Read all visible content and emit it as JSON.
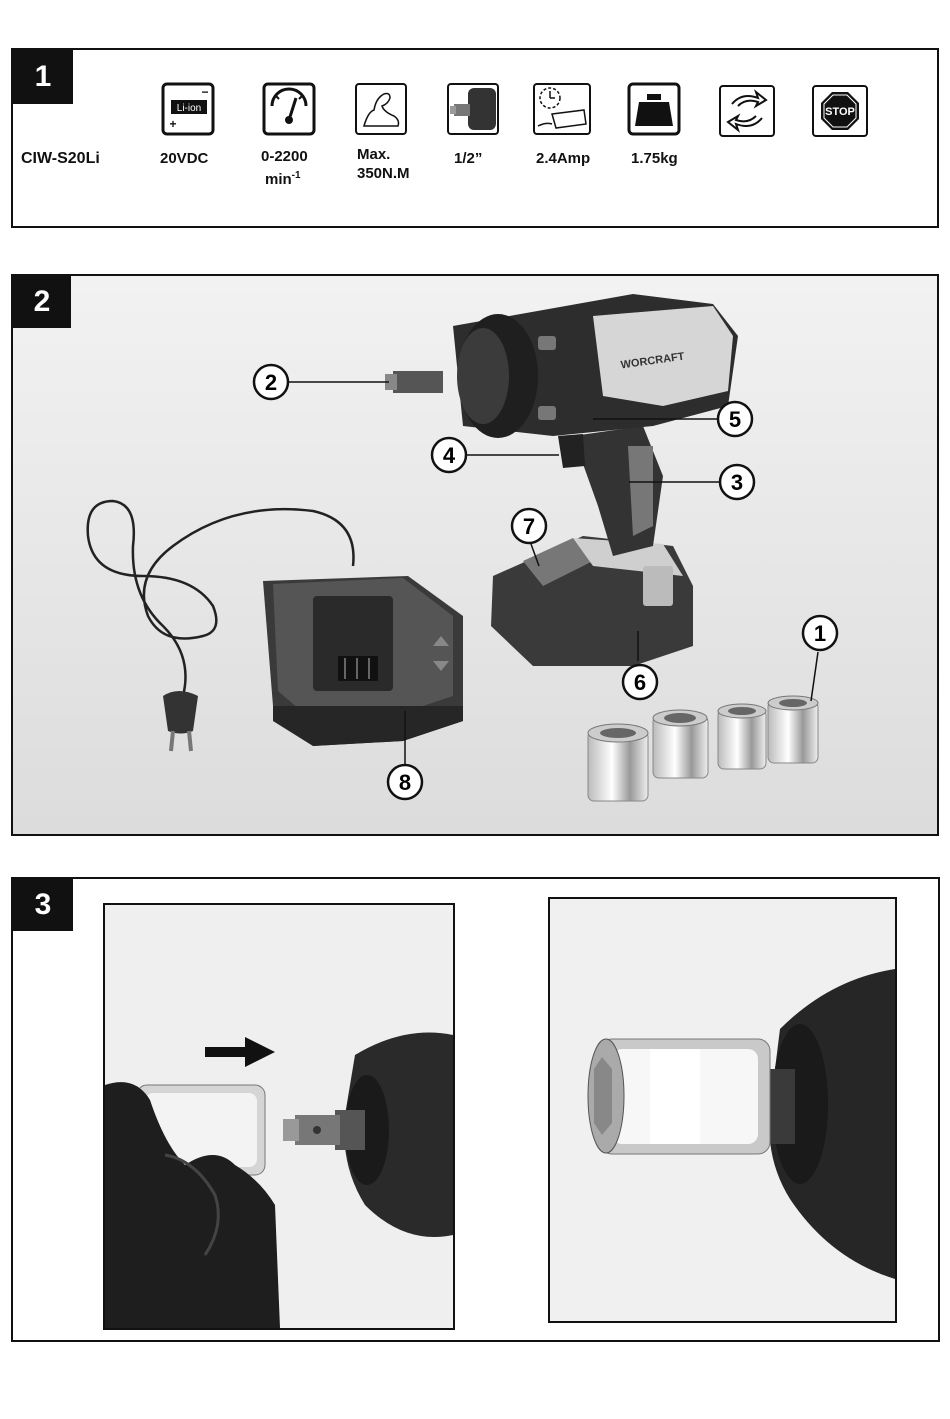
{
  "panel1": {
    "number": "1",
    "model": "CIW-S20Li",
    "battery_icon_label": "Li-ion",
    "battery_minus": "−",
    "battery_plus": "+",
    "voltage": "20VDC",
    "speed_line1": "0-2200",
    "speed_line2": "min",
    "speed_sup": "-1",
    "torque_line1": "Max.",
    "torque_line2": "350N.M",
    "drive": "1/2”",
    "charge": "2.4Amp",
    "weight": "1.75kg",
    "stop_label": "STOP",
    "icons": [
      "battery-icon",
      "speed-gauge-icon",
      "torque-arm-icon",
      "drive-socket-icon",
      "charger-time-icon",
      "weight-icon",
      "rotation-icon",
      "stop-icon"
    ]
  },
  "panel2": {
    "number": "2",
    "brand": "WORCRAFT",
    "callouts": [
      "1",
      "2",
      "3",
      "4",
      "5",
      "6",
      "7",
      "8"
    ]
  },
  "panel3": {
    "number": "3"
  }
}
